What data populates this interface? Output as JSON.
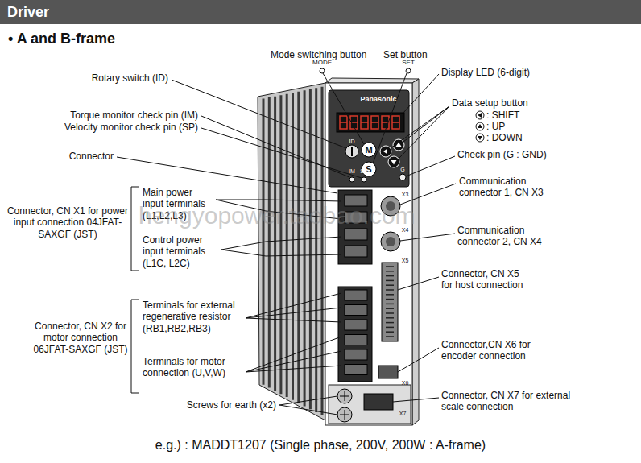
{
  "diagram": {
    "title": "Driver",
    "caption": "e.g.) : MADDT1207 (Single phase, 200V, 200W : A-frame)",
    "labels": [
      "• A and B-frame",
      "Mode switching button",
      "Set button",
      "Display LED (6-digit)",
      "Data setup button",
      ": SHIFT",
      ": UP",
      ": DOWN",
      "Rotary switch (ID)",
      "Torque monitor check pin (IM)",
      "Velocity monitor check pin (SP)",
      "Connector",
      "Check pin (G : GND)",
      "Communication connector 1, CN X3",
      "Connector, CN X1 for power input connection 04JFAT-SAXGF (JST)",
      "Main power input terminals (L1,L2,L3)",
      "Control power input terminals (L1C, L2C)",
      "Communication connector 2, CN X4",
      "Connector, CN X5 for host connection",
      "Connector, CN X2 for motor connection 06JFAT-SAXGF (JST)",
      "Terminals for external regenerative resistor (RB1,RB2,RB3)",
      "Terminals for motor connection (U,V,W)",
      "Connector,CN X6 for encoder connection",
      "Screws for earth (x2)",
      "Connector, CN X7 for external scale connection",
      "hengyopower.taobao.com",
      "MODE",
      "SET",
      "Panasonic",
      "ID",
      "M",
      "S",
      "IM",
      "SP",
      "G",
      "X3",
      "X4",
      "X5",
      "X6",
      "X7"
    ]
  }
}
